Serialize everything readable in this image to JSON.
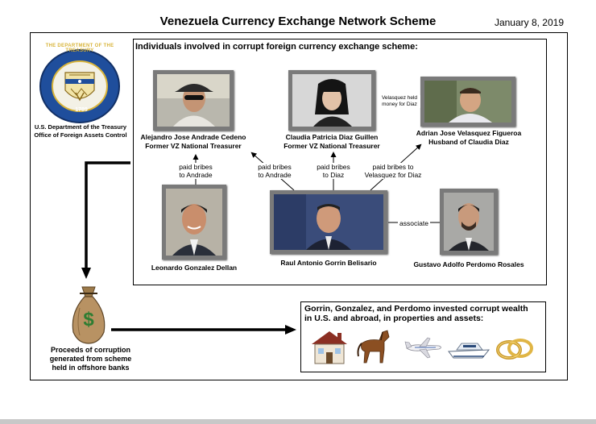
{
  "header": {
    "title": "Venezuela Currency Exchange Network Scheme",
    "date": "January 8, 2019"
  },
  "agency": {
    "seal_text_top": "THE DEPARTMENT OF THE TREASURY",
    "seal_year": "1789",
    "caption_line1": "U.S. Department of the Treasury",
    "caption_line2": "Office of Foreign Assets Control"
  },
  "panel": {
    "heading": "Individuals involved in corrupt foreign currency exchange scheme:"
  },
  "people": {
    "andrade": {
      "line1": "Alejandro Jose Andrade Cedeno",
      "line2": "Former VZ National Treasurer"
    },
    "diaz": {
      "line1": "Claudia Patricia Diaz Guillen",
      "line2": "Former VZ National Treasurer"
    },
    "velasquez": {
      "line1": "Adrian Jose Velasquez Figueroa",
      "line2": "Husband of Claudia Diaz"
    },
    "gonzalez": {
      "line1": "Leonardo Gonzalez Dellan"
    },
    "gorrin": {
      "line1": "Raul Antonio Gorrin Belisario"
    },
    "perdomo": {
      "line1": "Gustavo Adolfo Perdomo Rosales"
    }
  },
  "relations": {
    "held_money_1": "Velasquez held",
    "held_money_2": "money for Diaz",
    "gonzalez_bribe_1": "paid bribes",
    "gonzalez_bribe_2": "to Andrade",
    "gorrin_andrade_1": "paid bribes",
    "gorrin_andrade_2": "to Andrade",
    "gorrin_diaz_1": "paid bribes",
    "gorrin_diaz_2": "to Diaz",
    "gorrin_velasquez_1": "paid bribes to",
    "gorrin_velasquez_2": "Velasquez for Diaz",
    "associate": "associate"
  },
  "proceeds": {
    "line1": "Proceeds of corruption",
    "line2": "generated from scheme",
    "line3": "held in offshore banks",
    "bag_symbol": "$"
  },
  "assets": {
    "line1": "Gorrin, Gonzalez, and Perdomo invested corrupt wealth",
    "line2": "in U.S. and abroad, in properties and assets:",
    "icons": [
      "house-icon",
      "horse-icon",
      "jet-icon",
      "yacht-icon",
      "rings-icon"
    ]
  },
  "colors": {
    "seal_blue": "#1f4e9c",
    "seal_gold": "#d8b43a",
    "photo_frame": "#7a7a7a",
    "bag_brown": "#9c7a4a",
    "dollar_green": "#2e7d32"
  }
}
